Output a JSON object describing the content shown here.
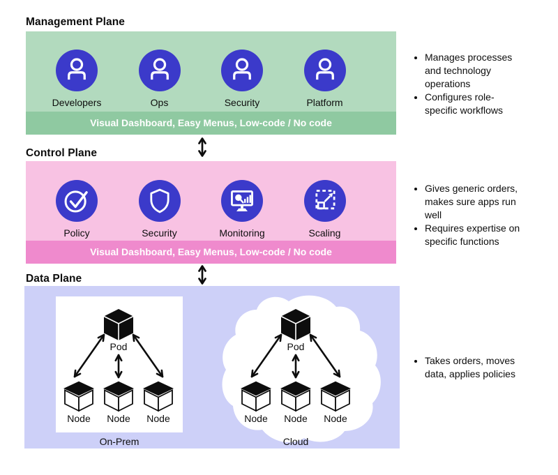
{
  "icons": {
    "management_item": "person-icon",
    "policy": "check-circle-icon",
    "security": "shield-icon",
    "monitoring": "monitor-chart-magnifier-icon",
    "scaling": "resize-expand-icon",
    "pod": "cube-solid-icon",
    "node": "cube-outline-icon",
    "plane_link": "double-headed-arrow-icon"
  },
  "colors": {
    "icon_circle_blue": "#3b3aca",
    "management_bg": "#b2dabe",
    "management_banner": "#8fc9a1",
    "control_bg": "#f8c2e3",
    "control_banner": "#ef8acd",
    "data_bg": "#cdd0f8",
    "cluster_bg": "#ffffff",
    "ink": "#0d0d0d"
  },
  "planes": {
    "management": {
      "title": "Management Plane",
      "items": [
        {
          "label": "Developers",
          "icon": "person-icon"
        },
        {
          "label": "Ops",
          "icon": "person-icon"
        },
        {
          "label": "Security",
          "icon": "person-icon"
        },
        {
          "label": "Platform",
          "icon": "person-icon"
        }
      ],
      "banner": "Visual Dashboard, Easy Menus, Low-code / No code",
      "bullets": [
        "Manages processes and technology operations",
        "Configures role-specific workflows"
      ]
    },
    "control": {
      "title": "Control Plane",
      "items": [
        {
          "label": "Policy",
          "icon": "check-circle-icon"
        },
        {
          "label": "Security",
          "icon": "shield-icon"
        },
        {
          "label": "Monitoring",
          "icon": "monitor-chart-magnifier-icon"
        },
        {
          "label": "Scaling",
          "icon": "resize-expand-icon"
        }
      ],
      "banner": "Visual Dashboard, Easy Menus, Low-code / No code",
      "bullets": [
        "Gives generic orders, makes sure apps run well",
        "Requires expertise on specific functions"
      ]
    },
    "data": {
      "title": "Data Plane",
      "clusters": [
        {
          "name": "On-Prem",
          "pod": "Pod",
          "nodes": [
            "Node",
            "Node",
            "Node"
          ]
        },
        {
          "name": "Cloud",
          "pod": "Pod",
          "nodes": [
            "Node",
            "Node",
            "Node"
          ]
        }
      ],
      "bullets": [
        "Takes orders, moves data, applies policies"
      ]
    }
  }
}
